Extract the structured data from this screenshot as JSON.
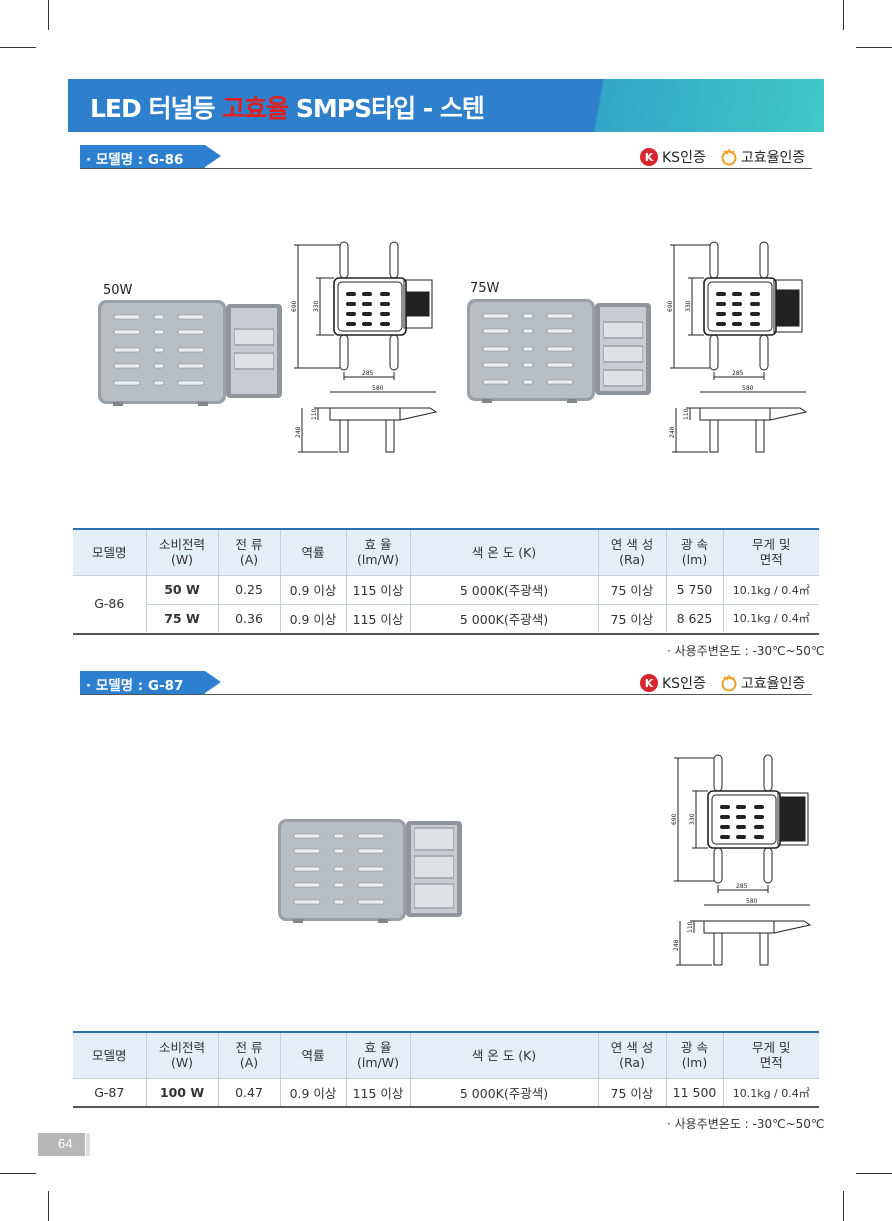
{
  "header": {
    "title_before": "LED 터널등 ",
    "title_highlight": "고효율",
    "title_after": " SMPS타입 - 스텐"
  },
  "sections": [
    {
      "tag": "· 모델명 : G-86",
      "cert_ks": "KS인증",
      "cert_efficiency": "고효율인증",
      "variants": [
        "50W",
        "75W"
      ],
      "table": {
        "headers": [
          [
            "모델명"
          ],
          [
            "소비전력",
            "(W)"
          ],
          [
            "전 류",
            "(A)"
          ],
          [
            "역률"
          ],
          [
            "효 율",
            "(lm/W)"
          ],
          [
            "색 온 도 (K)"
          ],
          [
            "연 색 성",
            "(Ra)"
          ],
          [
            "광 속",
            "(lm)"
          ],
          [
            "무게 및",
            "면적"
          ]
        ],
        "model": "G-86",
        "rows": [
          {
            "power": "50 W",
            "current": "0.25",
            "pf": "0.9 이상",
            "eff": "115 이상",
            "cct": "5 000K(주광색)",
            "cri": "75 이상",
            "flux": "5 750",
            "weight": "10.1kg / 0.4㎡"
          },
          {
            "power": "75 W",
            "current": "0.36",
            "pf": "0.9 이상",
            "eff": "115 이상",
            "cct": "5 000K(주광색)",
            "cri": "75 이상",
            "flux": "8 625",
            "weight": "10.1kg / 0.4㎡"
          }
        ]
      },
      "note": "· 사용주변온도 : -30℃~50℃"
    },
    {
      "tag": "· 모델명 : G-87",
      "cert_ks": "KS인증",
      "cert_efficiency": "고효율인증",
      "table": {
        "headers": [
          [
            "모델명"
          ],
          [
            "소비전력",
            "(W)"
          ],
          [
            "전 류",
            "(A)"
          ],
          [
            "역률"
          ],
          [
            "효 율",
            "(lm/W)"
          ],
          [
            "색 온 도 (K)"
          ],
          [
            "연 색 성",
            "(Ra)"
          ],
          [
            "광 속",
            "(lm)"
          ],
          [
            "무게 및",
            "면적"
          ]
        ],
        "rows": [
          {
            "model": "G-87",
            "power": "100 W",
            "current": "0.47",
            "pf": "0.9 이상",
            "eff": "115 이상",
            "cct": "5 000K(주광색)",
            "cri": "75 이상",
            "flux": "11 500",
            "weight": "10.1kg / 0.4㎡"
          }
        ]
      },
      "note": "· 사용주변온도 : -30℃~50℃"
    }
  ],
  "dimensions": {
    "height": "690",
    "body_height": "330",
    "mount_width": "285",
    "width": "580",
    "depth": "248",
    "body_depth": "110"
  },
  "page_number": "64",
  "colors": {
    "header_blue": "#2e7fcc",
    "header_teal": "#3fc9c6",
    "highlight_red": "#e02020",
    "tag_blue": "#2d7fcf",
    "table_header_bg": "#e4eef9",
    "ks_red": "#d8262e"
  }
}
